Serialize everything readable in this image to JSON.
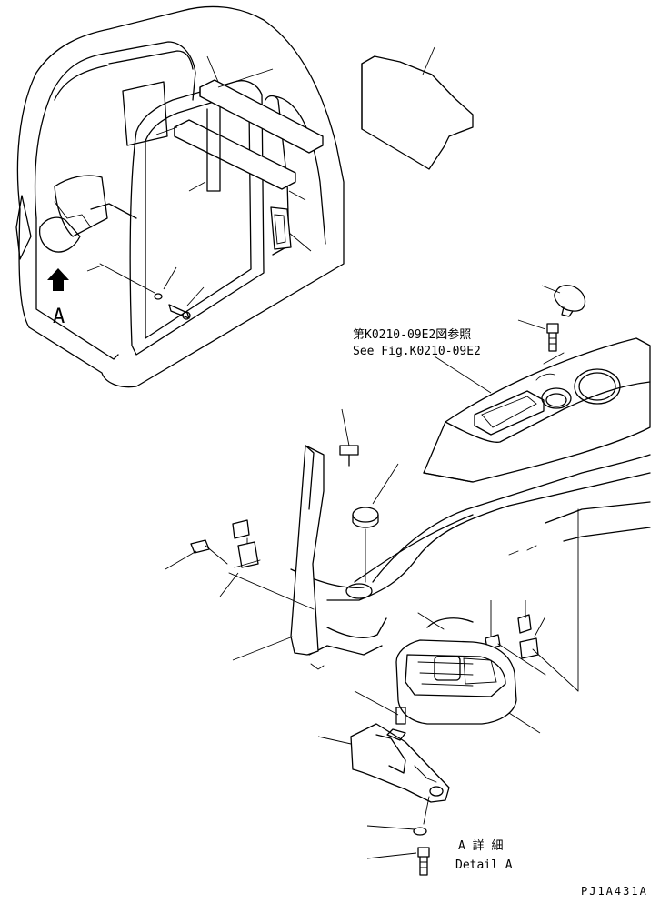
{
  "labels": {
    "view_marker": "A",
    "reference_jp": "第K0210-09E2図参照",
    "reference_en": "See Fig.K0210-09E2",
    "detail_jp": "A 詳 細",
    "detail_en": "Detail A",
    "drawing_code": "PJ1A431A"
  },
  "icons": {
    "view_arrow": "arrow-up-icon"
  }
}
